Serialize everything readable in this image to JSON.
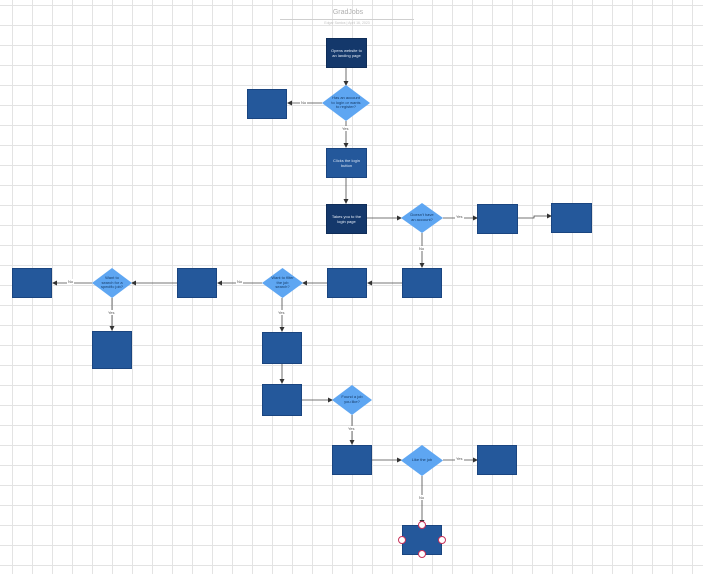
{
  "document": {
    "title": "GradJobs",
    "subtitle": "Edgar Santos  |  April 16, 2023"
  },
  "nodes": {
    "opens_website": "Opens website to an landing page",
    "has_account_or_register": "Has an account to login or wants to register?",
    "no_account": "",
    "clicks_login": "Clicks the login button",
    "login_page": "Takes you to the login page",
    "cannot_have_account": "Doesn't have an account?",
    "yes_account": "",
    "yes_account_next": "",
    "after_login": "",
    "main_page": "",
    "want_filter": "Want to filter the job search?",
    "filter_no": "",
    "want_search": "Want to search for a specific job?",
    "search_no": "",
    "search_yes": "",
    "filter_yes": "",
    "job_results": "",
    "found_job": "Found a job you like?",
    "job_detail": "",
    "like_job": "Like the job",
    "like_job_yes": "",
    "like_job_no": ""
  },
  "edges": {
    "yes": "Yes",
    "no": "No"
  }
}
